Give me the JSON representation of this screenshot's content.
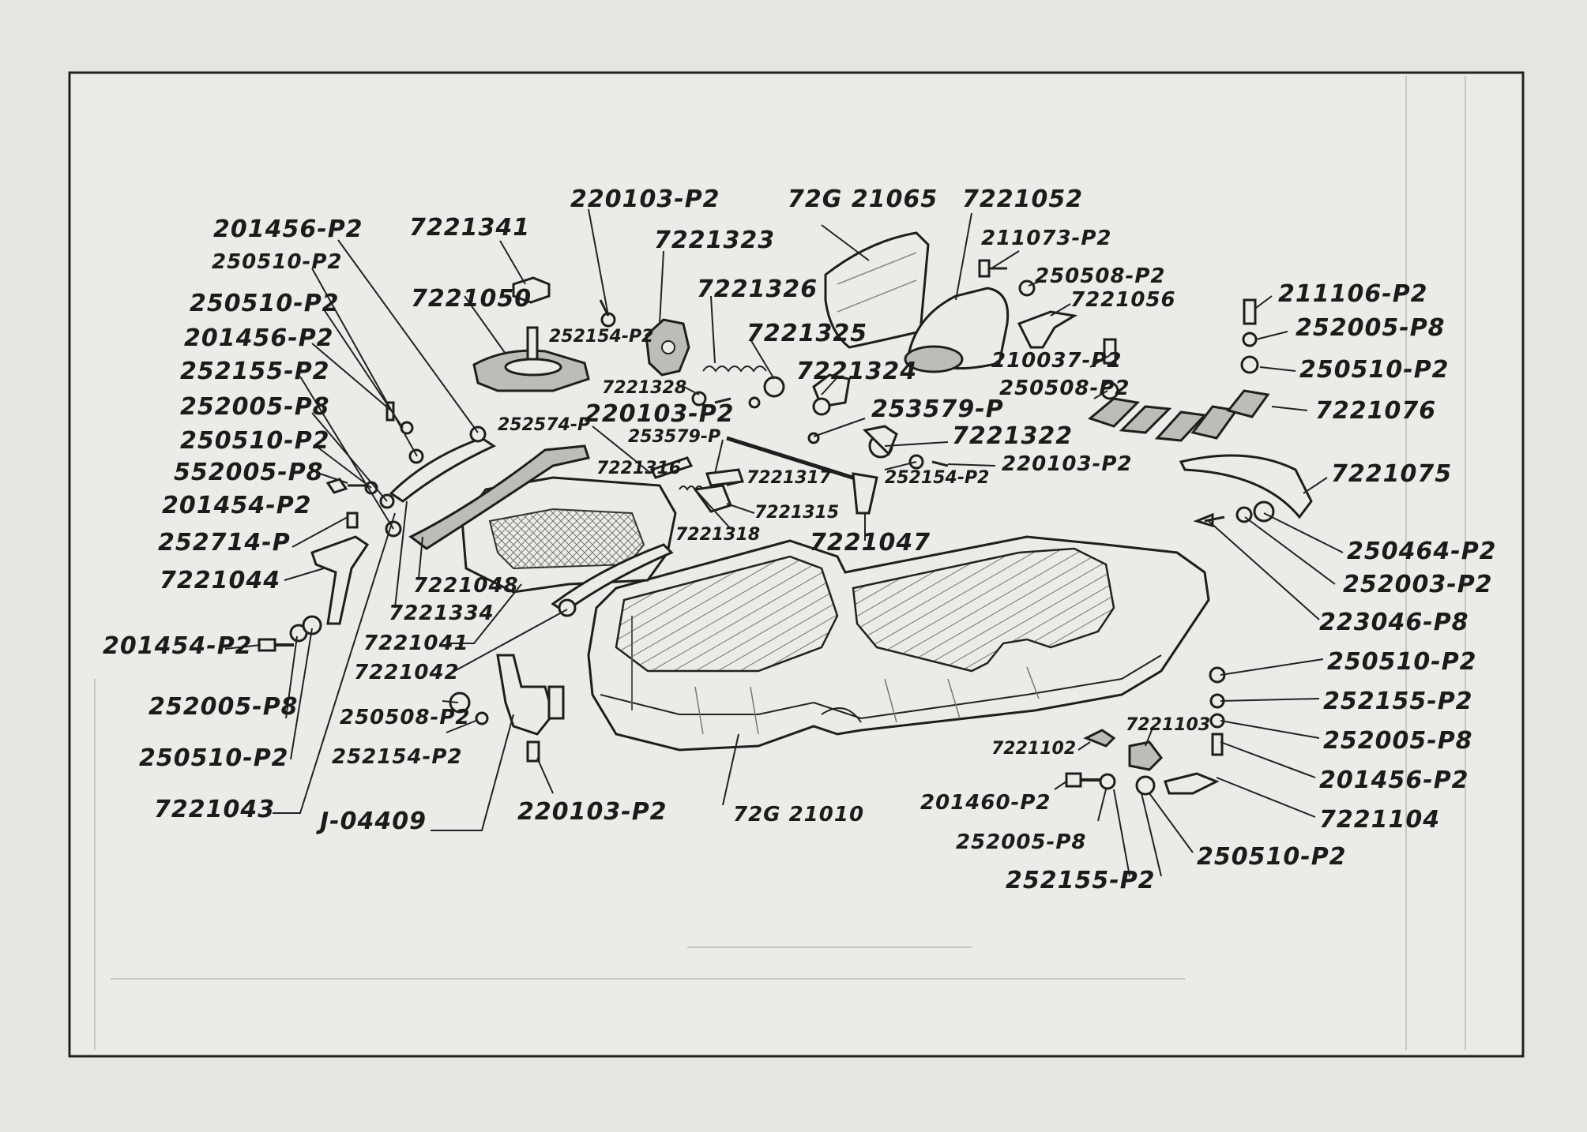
{
  "labels": {
    "l01": "201456-P2",
    "l02": "250510-P2",
    "l03": "250510-P2",
    "l04": "201456-P2",
    "l05": "252155-P2",
    "l06": "252005-P8",
    "l07": "250510-P2",
    "l08": "552005-P8",
    "l09": "201454-P2",
    "l10": "252714-P",
    "l11": "7221044",
    "l12": "201454-P2",
    "l13": "252005-P8",
    "l14": "250510-P2",
    "l15": "7221043",
    "l16": "7221341",
    "l17": "7221050",
    "l18": "220103-P2",
    "l19": "7221323",
    "l20": "252154-P2",
    "l21": "7221326",
    "l22": "7221325",
    "l23": "7221328",
    "l24": "220103-P2",
    "l25": "252574-P",
    "l26": "253579-P",
    "l27": "7221316",
    "l28": "7221317",
    "l29": "7221315",
    "l30": "7221318",
    "l31": "7221048",
    "l32": "7221334",
    "l33": "7221041",
    "l34": "7221042",
    "l35": "250508-P2",
    "l36": "252154-P2",
    "l37": "J-04409",
    "l38": "220103-P2",
    "l39": "72G 21010",
    "l40": "72G 21065",
    "l41": "7221052",
    "l42": "211073-P2",
    "l43": "250508-P2",
    "l44": "7221056",
    "l45": "210037-P2",
    "l46": "250508-P2",
    "l47": "7221324",
    "l48": "253579-P",
    "l49": "7221322",
    "l50": "252154-P2",
    "l51": "220103-P2",
    "l52": "7221047",
    "l53": "211106-P2",
    "l54": "252005-P8",
    "l55": "250510-P2",
    "l56": "7221076",
    "l57": "7221075",
    "l58": "250464-P2",
    "l59": "252003-P2",
    "l60": "223046-P8",
    "l61": "250510-P2",
    "l62": "252155-P2",
    "l63": "252005-P8",
    "l64": "201456-P2",
    "l65": "7221104",
    "l66": "7221103",
    "l67": "7221102",
    "l68": "201460-P2",
    "l69": "252005-P8",
    "l70": "250510-P2",
    "l71": "252155-P2"
  },
  "colors": {
    "paper": "#e6e5e0",
    "ink": "#1e1e1e"
  }
}
